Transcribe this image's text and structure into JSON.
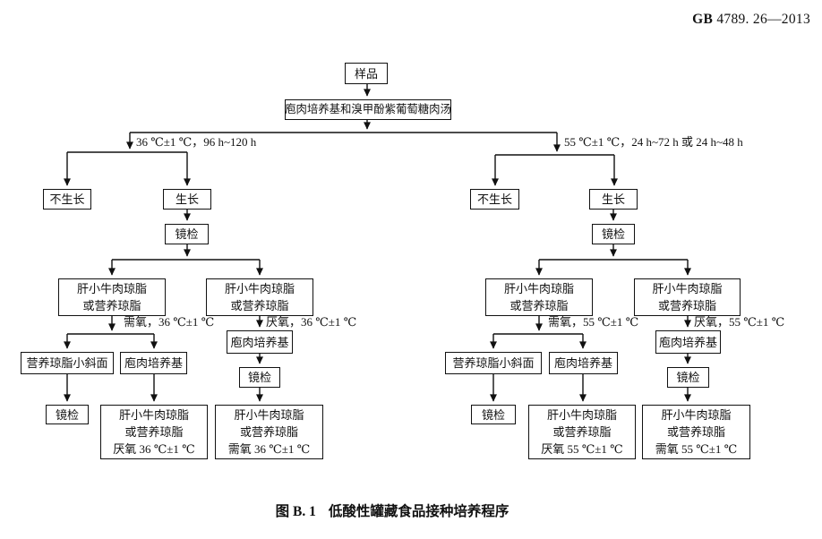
{
  "header": {
    "standard_prefix": "GB",
    "standard_number": "4789. 26—2013"
  },
  "diagram": {
    "nodes": {
      "sample": {
        "label": "样品"
      },
      "enrichment": {
        "label": "庖肉培养基和溴甲酚紫葡萄糖肉汤"
      },
      "no_growth_36": {
        "label": "不生长"
      },
      "growth_36": {
        "label": "生长"
      },
      "microscopy_36": {
        "label": "镜检"
      },
      "plate_aerobic_36": {
        "lines": [
          "肝小牛肉琼脂",
          "或营养琼脂"
        ]
      },
      "plate_anaerobic_36": {
        "lines": [
          "肝小牛肉琼脂",
          "或营养琼脂"
        ]
      },
      "agar_slant_36": {
        "label": "营养琼脂小斜面"
      },
      "cooked_meat_36_left": {
        "label": "庖肉培养基"
      },
      "cooked_meat_36_right": {
        "label": "庖肉培养基"
      },
      "microscopy_36_mid": {
        "label": "镜检"
      },
      "microscopy_36_bottom": {
        "label": "镜检"
      },
      "subculture_anaerobic_36": {
        "lines": [
          "肝小牛肉琼脂",
          "或营养琼脂",
          "厌氧 36 ℃±1 ℃"
        ]
      },
      "subculture_aerobic_36": {
        "lines": [
          "肝小牛肉琼脂",
          "或营养琼脂",
          "需氧 36 ℃±1 ℃"
        ]
      },
      "no_growth_55": {
        "label": "不生长"
      },
      "growth_55": {
        "label": "生长"
      },
      "microscopy_55": {
        "label": "镜检"
      },
      "plate_aerobic_55": {
        "lines": [
          "肝小牛肉琼脂",
          "或营养琼脂"
        ]
      },
      "plate_anaerobic_55": {
        "lines": [
          "肝小牛肉琼脂",
          "或营养琼脂"
        ]
      },
      "agar_slant_55": {
        "label": "营养琼脂小斜面"
      },
      "cooked_meat_55_left": {
        "label": "庖肉培养基"
      },
      "cooked_meat_55_right": {
        "label": "庖肉培养基"
      },
      "microscopy_55_mid": {
        "label": "镜检"
      },
      "microscopy_55_bottom": {
        "label": "镜检"
      },
      "subculture_anaerobic_55": {
        "lines": [
          "肝小牛肉琼脂",
          "或营养琼脂",
          "厌氧 55 ℃±1 ℃"
        ]
      },
      "subculture_aerobic_55": {
        "lines": [
          "肝小牛肉琼脂",
          "或营养琼脂",
          "需氧 55 ℃±1 ℃"
        ]
      }
    },
    "edge_labels": {
      "incubation_36": "36 ℃±1 ℃，96 h~120 h",
      "incubation_55": "55 ℃±1 ℃，24 h~72 h 或 24 h~48 h",
      "aerobic_36": "需氧，36 ℃±1 ℃",
      "anaerobic_36": "厌氧，36 ℃±1 ℃",
      "aerobic_55": "需氧，55 ℃±1 ℃",
      "anaerobic_55": "厌氧，55 ℃±1 ℃"
    }
  },
  "caption": {
    "figure_label": "图 B. 1",
    "figure_title": "低酸性罐藏食品接种培养程序"
  }
}
